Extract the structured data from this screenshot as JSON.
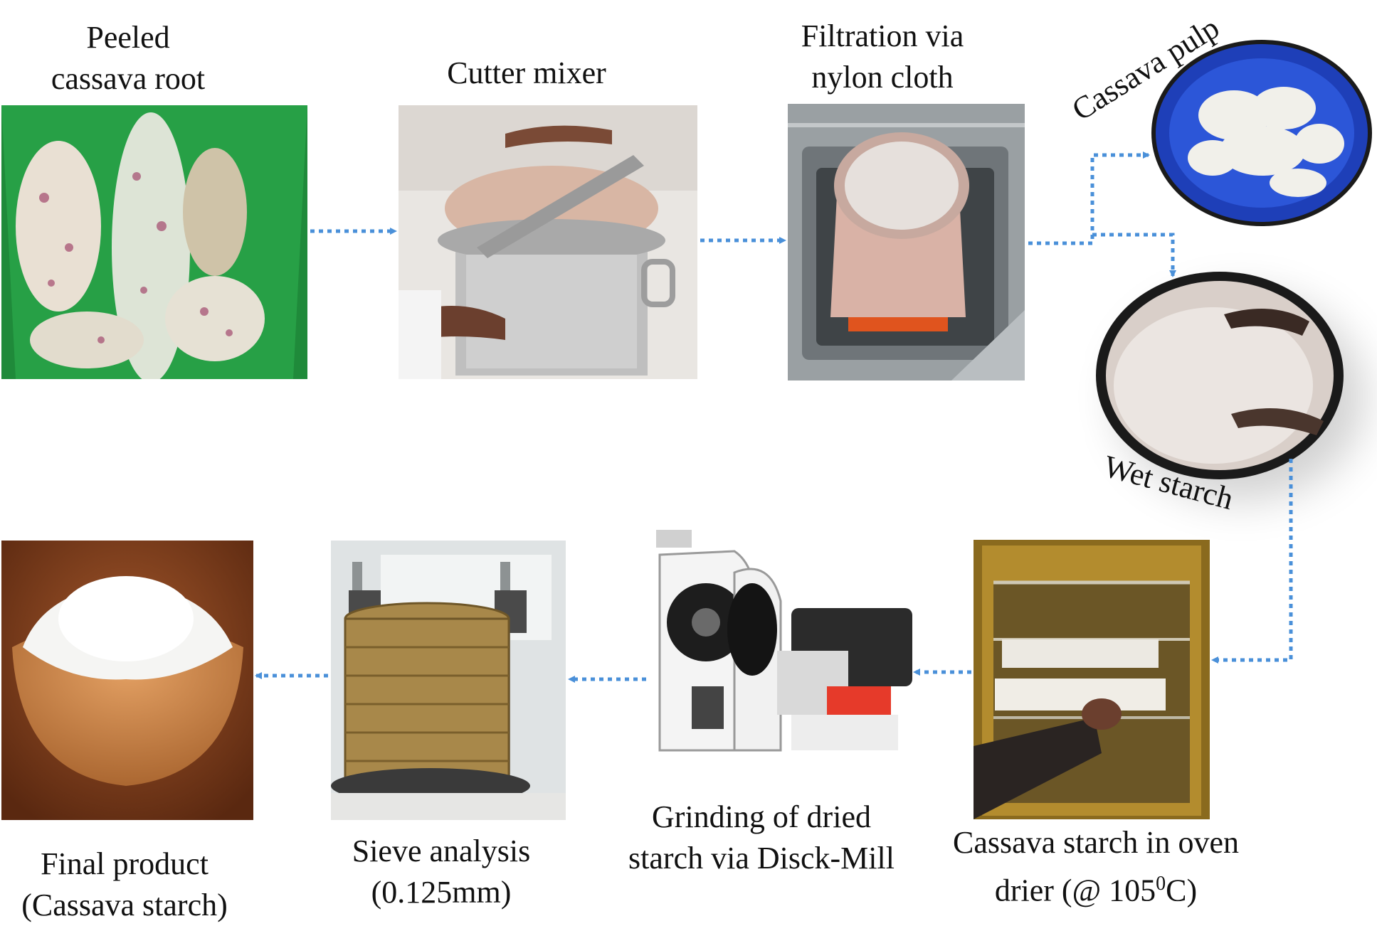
{
  "diagram": {
    "arrow_color": "#4a90d9",
    "steps": [
      {
        "id": "peeled",
        "lines": [
          "Peeled",
          "cassava root"
        ]
      },
      {
        "id": "cutter",
        "lines": [
          "Cutter mixer"
        ]
      },
      {
        "id": "filtration",
        "lines": [
          "Filtration via",
          "nylon cloth"
        ]
      },
      {
        "id": "pulp",
        "lines": [
          "Cassava pulp"
        ]
      },
      {
        "id": "wet",
        "lines": [
          "Wet starch"
        ]
      },
      {
        "id": "oven",
        "lines": [
          "Cassava starch in oven",
          "drier (@ 105"
        ],
        "superscript": "0",
        "suffix": "C)"
      },
      {
        "id": "grinding",
        "lines": [
          "Grinding of dried",
          "starch via Disck-Mill"
        ]
      },
      {
        "id": "sieve",
        "lines": [
          "Sieve analysis",
          "(0.125mm)"
        ]
      },
      {
        "id": "final",
        "lines": [
          "Final product",
          "(Cassava starch)"
        ]
      }
    ]
  }
}
